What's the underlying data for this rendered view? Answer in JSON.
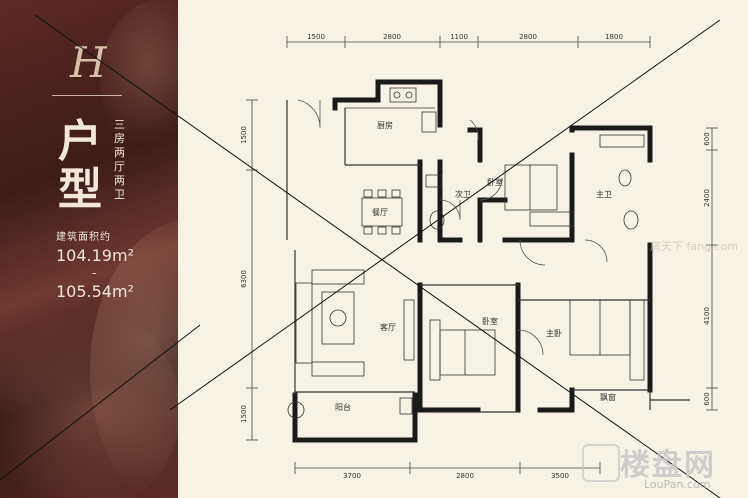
{
  "panel": {
    "logo_letter": "H",
    "type_title": "户型",
    "type_desc": "三房两厅两卫",
    "area_label": "建筑面积约",
    "area_value_1": "104.19m²",
    "area_separator": "-",
    "area_value_2": "105.54m²"
  },
  "plan": {
    "dims_top": [
      "1500",
      "2800",
      "1100",
      "2800",
      "1800"
    ],
    "dims_bottom": [
      "3700",
      "2800",
      "3500"
    ],
    "dims_left": [
      "1500",
      "6300",
      "1500"
    ],
    "dims_right": [
      "600",
      "2400",
      "4100",
      "600"
    ],
    "rooms": {
      "kitchen": "厨房",
      "dining": "餐厅",
      "living": "客厅",
      "balcony": "阳台",
      "public_bath": "次卫",
      "bedroom_top": "卧室",
      "master_bath": "主卫",
      "master_bed": "主卧",
      "bedroom_bottom": "卧室",
      "bay_window": "飘窗"
    }
  },
  "watermark": {
    "brand_cn": "楼盘网",
    "brand_url": "LouPan.com",
    "ghost_text": "房天下 fang.com"
  }
}
